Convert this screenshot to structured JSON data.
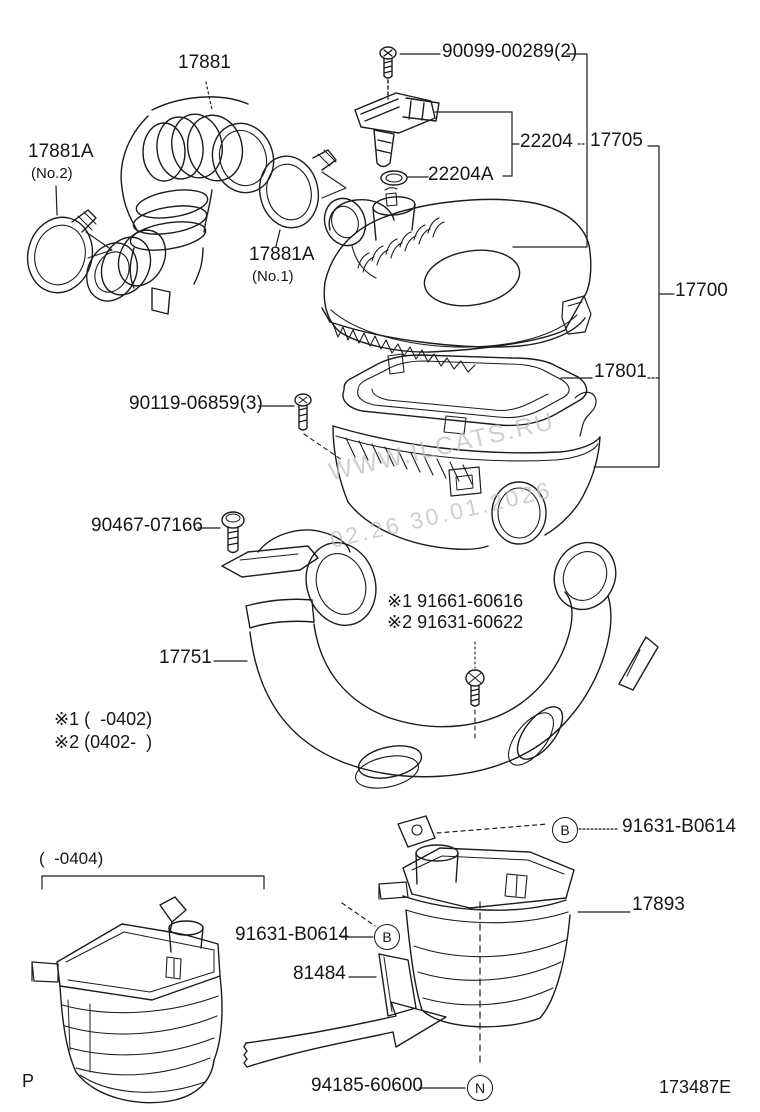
{
  "figure": {
    "code": "173487E",
    "page_marker": "P"
  },
  "watermark": {
    "line1": "WWW.ILCATS.RU",
    "line2": "02.26 30.01.2026"
  },
  "labels": {
    "screw_90099": "90099-00289(2)",
    "hose_17881": "17881",
    "clamp_no2": "17881A",
    "clamp_no2_note": "(No.2)",
    "clamp_no1": "17881A",
    "clamp_no1_note": "(No.1)",
    "maf_22204": "22204",
    "oring_22204a": "22204A",
    "cap_17705": "17705",
    "assembly_17700": "17700",
    "element_17801": "17801",
    "screw_90119": "90119-06859(3)",
    "screw_90467": "90467-07166",
    "bolt_note_1": "※1 91661-60616",
    "bolt_note_2": "※2 91631-60622",
    "pipe_17751": "17751",
    "legend_1": "※1 (  -0402)",
    "legend_2": "※2 (0402-  )",
    "range_0404": "(  -0404)",
    "bolt_top": "91631-B0614",
    "bolt_left": "91631-B0614",
    "resonator_17893": "17893",
    "plate_81484": "81484",
    "nut_94185": "94185-60600",
    "callout_b": "B",
    "callout_n": "N"
  }
}
